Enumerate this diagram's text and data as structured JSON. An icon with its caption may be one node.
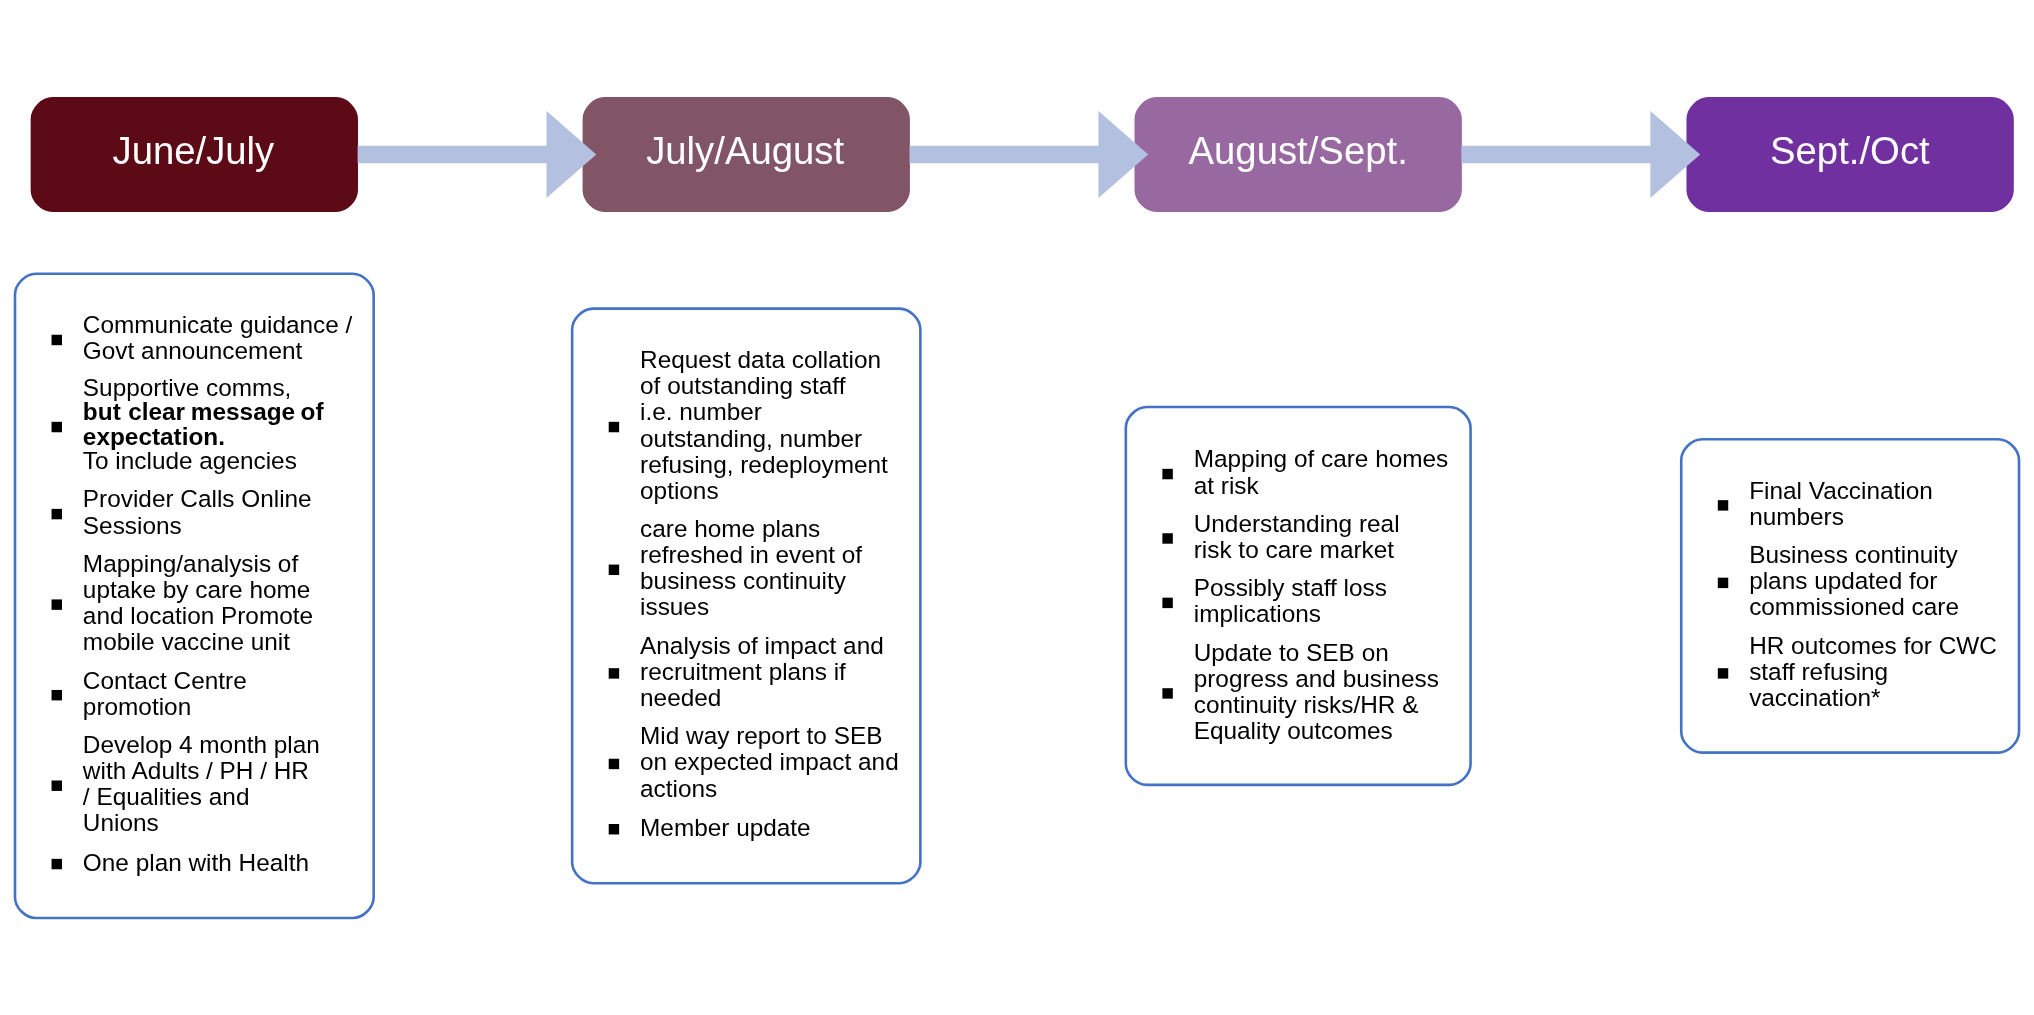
{
  "diagram": {
    "nodes": [
      {
        "text": [
          "June/July"
        ]
      },
      {
        "text": [
          "Communicate guidance / Govt announcement",
          "Supportive comms, **but clear message of expectation.** To include agencies",
          "Provider Calls Online Sessions",
          "Mapping/analysis of uptake by care home and location Promote mobile vaccine unit",
          "Contact Centre promotion",
          "Develop 4 month plan with Adults / PH / HR / Equalities and Unions",
          "One plan with Health"
        ]
      },
      {
        "text": [
          "July/August"
        ]
      },
      {
        "text": [
          "Request data collation of outstanding staff i.e. number outstanding, number refusing, redeployment options",
          "care home plans refreshed in event of business continuity issues",
          "Analysis of impact and recruitment plans if needed",
          "Mid way report to SEB on expected impact and actions",
          "Member update"
        ]
      },
      {
        "text": [
          "August/Sept."
        ]
      },
      {
        "text": [
          "Mapping of care homes at risk",
          "Understanding real risk to care market",
          "Possibly staff loss implications",
          "Update to SEB on progress and business continuity risks/HR & Equality outcomes"
        ]
      },
      {
        "text": [
          "Sept./Oct"
        ]
      },
      {
        "text": [
          "Final Vaccination numbers",
          "Business continuity plans updated for commissioned care",
          "HR outcomes for CWC staff refusing vaccination*"
        ]
      }
    ],
    "edges": [
      {
        "from": 0,
        "to": 2,
        "arrow": "to"
      },
      {
        "from": 2,
        "to": 4,
        "arrow": "to"
      },
      {
        "from": 4,
        "to": 6,
        "arrow": "to"
      }
    ]
  }
}
